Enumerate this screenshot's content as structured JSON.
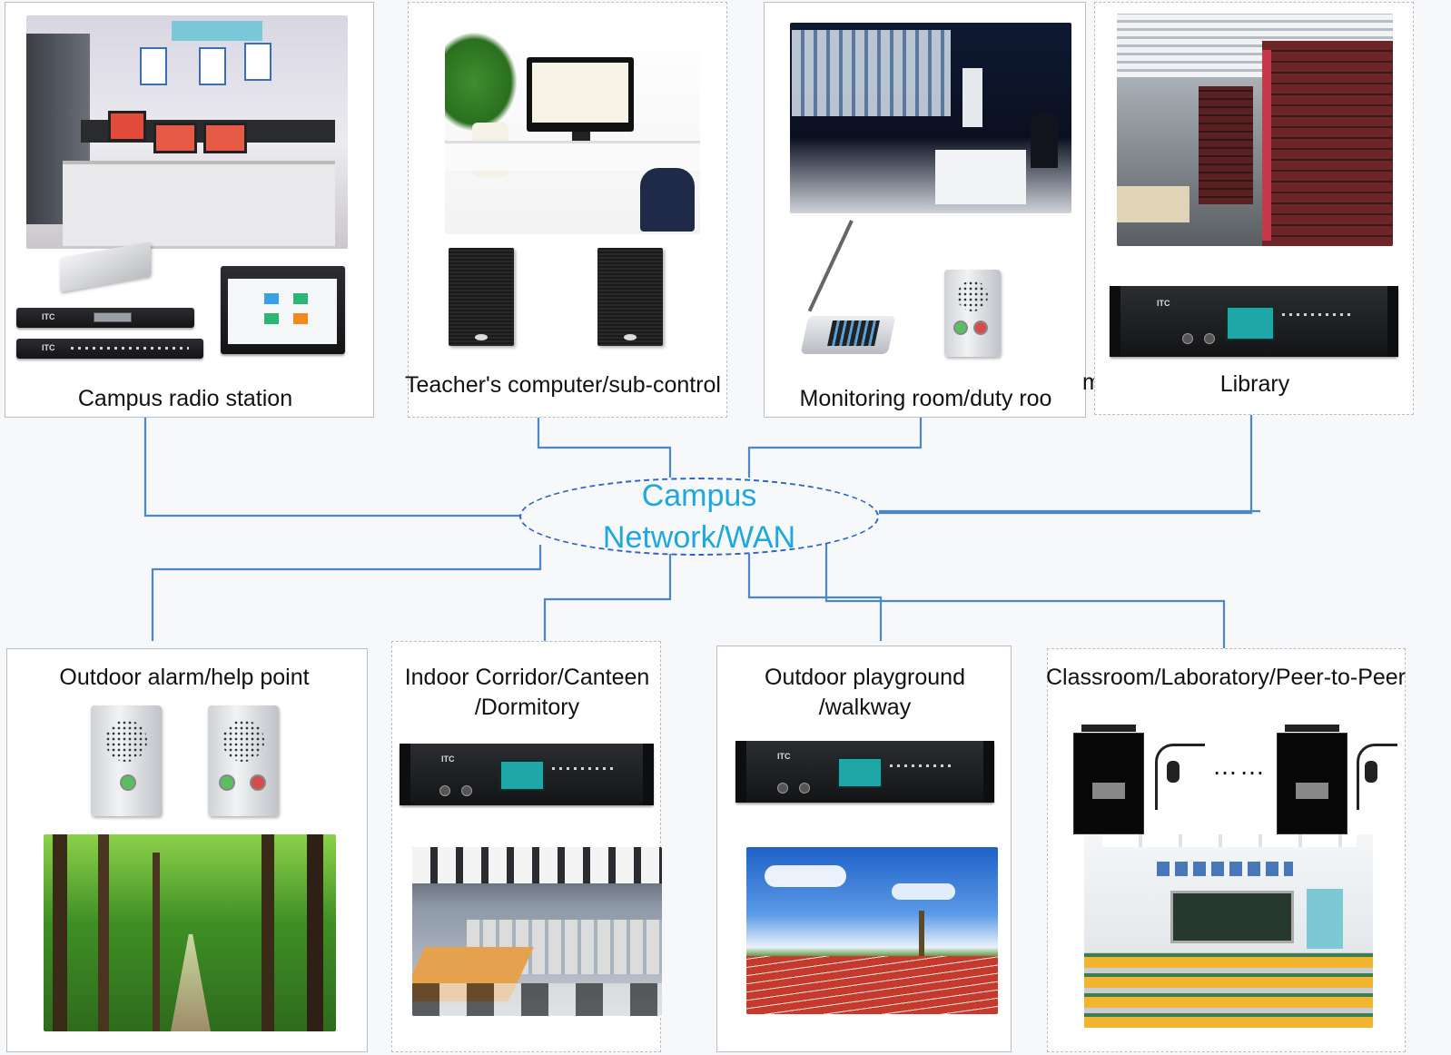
{
  "network": {
    "line1": "Campus",
    "line2": "Network/WAN"
  },
  "top_panels": [
    {
      "label": "Campus radio station"
    },
    {
      "label": "Teacher's computer/sub-control"
    },
    {
      "label": "Monitoring room/duty roo",
      "label_overflow": "m"
    },
    {
      "label": "Library"
    }
  ],
  "bottom_panels": [
    {
      "label": "Outdoor alarm/help point"
    },
    {
      "label_line1": "Indoor Corridor/Canteen",
      "label_line2": "/Dormitory"
    },
    {
      "label_line1": "Outdoor playground",
      "label_line2": "/walkway"
    },
    {
      "label": "Classroom/Laboratory/Peer-to-Peer",
      "separator": "……"
    }
  ],
  "colors": {
    "link": "#4a88c7",
    "cloud_text": "#1ea7e0",
    "cloud_border": "#2a63c9",
    "panel_border": "#b9bec6"
  },
  "icons": [
    "radio-station-photo",
    "rack-amplifier-icon",
    "wall-speaker-icon",
    "paging-microphone-icon",
    "help-point-icon",
    "wireless-receiver-icon",
    "headset-microphone-icon"
  ]
}
